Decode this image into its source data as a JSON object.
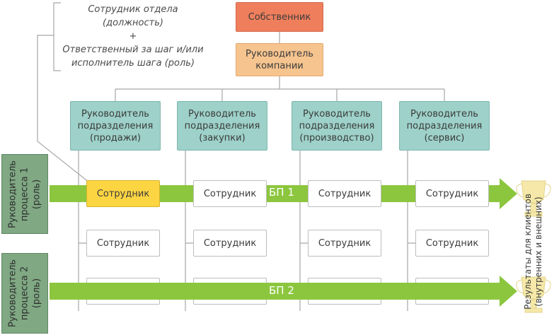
{
  "owner": "Собственник",
  "director": "Руководитель компании",
  "legend": {
    "line1": "Сотрудник отдела",
    "line2": "(должность)",
    "line3": "+",
    "line4": "Ответственный за шаг и/или",
    "line5": "исполнитель шага (роль)"
  },
  "departments": [
    {
      "l1": "Руководитель",
      "l2": "подразделения",
      "l3": "(продажи)"
    },
    {
      "l1": "Руководитель",
      "l2": "подразделения",
      "l3": "(закупки)"
    },
    {
      "l1": "Руководитель",
      "l2": "подразделения",
      "l3": "(производство)"
    },
    {
      "l1": "Руководитель",
      "l2": "подразделения",
      "l3": "(сервис)"
    }
  ],
  "employee_label": "Сотрудник",
  "process_owners": [
    {
      "l1": "Руководитель",
      "l2": "процесса 1",
      "l3": "(роль)"
    },
    {
      "l1": "Руководитель",
      "l2": "процесса 2",
      "l3": "(роль)"
    }
  ],
  "processes": [
    "БП 1",
    "БП 2"
  ],
  "results": {
    "l1": "Результаты для клиентов",
    "l2": "(внутренних и внешних)"
  },
  "colors": {
    "owner": "#ef7f5c",
    "director": "#f6c48f",
    "department": "#9dd1c9",
    "employee_highlight": "#fcd542",
    "process_arrow": "#8cc63e",
    "process_owner": "#7fa883",
    "trophy": "#f5e8a8"
  }
}
